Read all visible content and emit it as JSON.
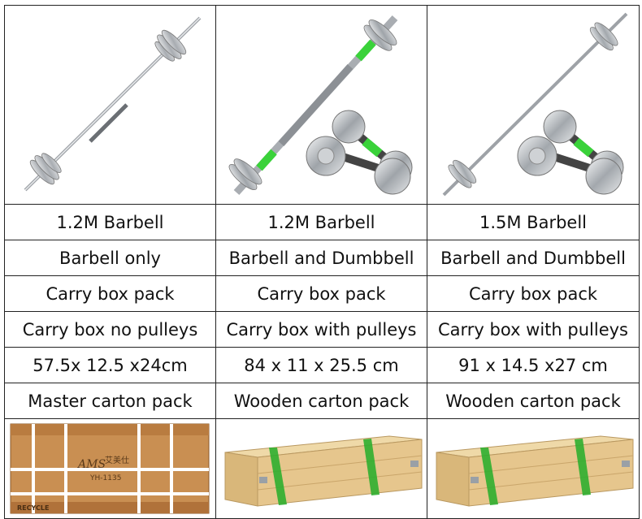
{
  "columns": [
    {
      "product": "1.2M Barbell",
      "includes": "Barbell only",
      "packing": "Carry box pack",
      "pulleys": "Carry box no pulleys",
      "size": "57.5x 12.5 x24cm",
      "outer_pack": "Master carton pack",
      "carton_brand": "AMS",
      "carton_brand_cn": "艾美仕",
      "carton_model": "YH-1135",
      "carton_recycle": "RECYCLE"
    },
    {
      "product": "1.2M Barbell",
      "includes": "Barbell and Dumbbell",
      "packing": "Carry box pack",
      "pulleys": "Carry box with pulleys",
      "size": "84 x 11 x 25.5 cm",
      "outer_pack": "Wooden carton pack"
    },
    {
      "product": "1.5M Barbell",
      "includes": "Barbell and Dumbbell",
      "packing": "Carry box pack",
      "pulleys": "Carry box with pulleys",
      "size": "91 x 14.5 x27 cm",
      "outer_pack": "Wooden carton pack"
    }
  ],
  "colors": {
    "border": "#222222",
    "chrome": "#c9ccd0",
    "grip_green": "#3ad23a",
    "cardboard": "#c98f52",
    "wood": "#e6c68d",
    "strap_green": "#2fae2f"
  }
}
